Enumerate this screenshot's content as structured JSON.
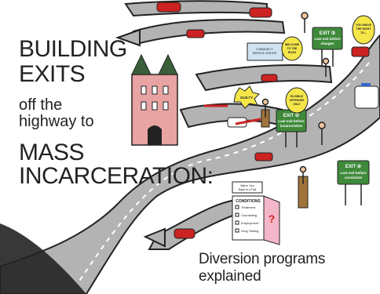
{
  "title": {
    "line1": "BUILDING",
    "line2": "EXITS",
    "line3": "off the",
    "line4": "highway to",
    "line5": "MASS",
    "line6": "INCARCERATION:"
  },
  "subtitle": "Diversion programs explained",
  "illustration": {
    "exit_signs": [
      {
        "exit": "EXIT ③",
        "text": "Last exit before charges"
      },
      {
        "exit": "EXIT ⑤",
        "text": "Last exit before incarceration"
      },
      {
        "exit": "EXIT ④",
        "text": "Last exit before conviction"
      }
    ],
    "building_sign": "COMMUNITY SERVICE CENTER",
    "bubbles": {
      "welcome": "WELCOME TO THE ROAD",
      "guilty": "GUILTY",
      "eligible": "ELIGIBLE OFFENSES ONLY",
      "waive": "YOU WAIVE THE RIGHT TO..."
    },
    "conditions_board": {
      "header": "Waive Your Right to a Trial",
      "title": "CONDITIONS",
      "items": [
        "Treatment",
        "Counseling",
        "Employment",
        "Drug Testing"
      ]
    },
    "colors": {
      "road": "#b3b3b3",
      "road_edge": "#222222",
      "prison": "#e8a3a3",
      "sign_green": "#3f8a3a",
      "car_red": "#cc2222",
      "board_pink": "#f3b7c9"
    }
  }
}
